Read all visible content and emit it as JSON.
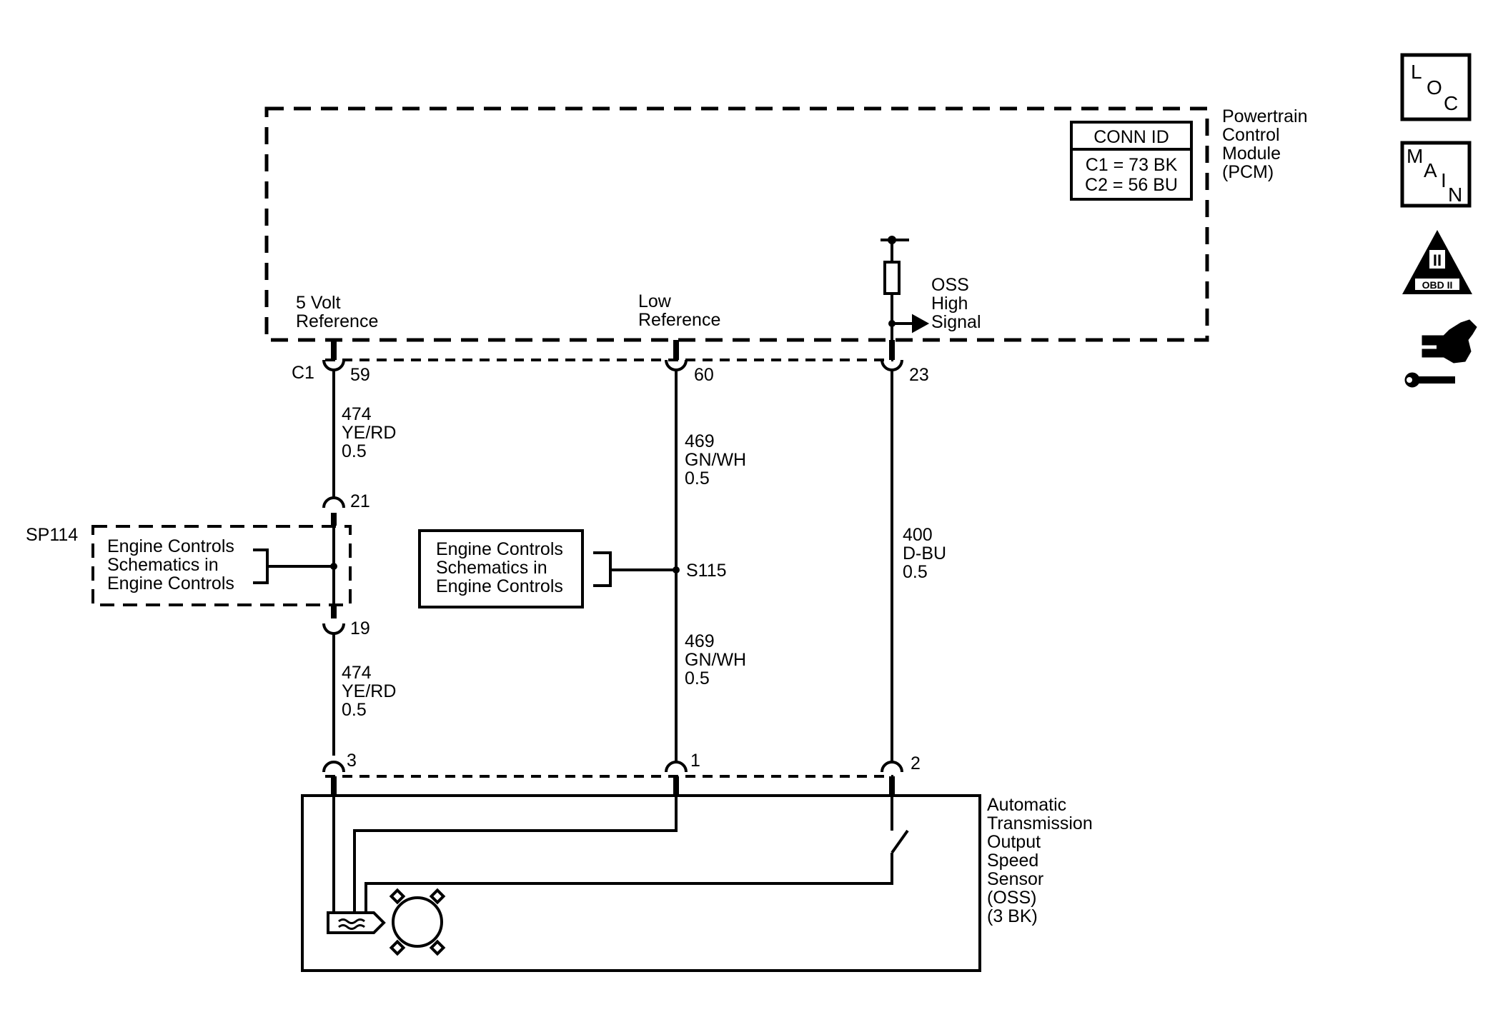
{
  "pcm": {
    "name": [
      "Powertrain",
      "Control",
      "Module",
      "(PCM)"
    ],
    "conn_id": {
      "header": "CONN ID",
      "rows": [
        "C1 = 73 BK",
        "C2 = 56 BU"
      ]
    },
    "connector": "C1",
    "signals": {
      "ref5v": [
        "5 Volt",
        "Reference"
      ],
      "lowref": [
        "Low",
        "Reference"
      ],
      "oss": [
        "OSS",
        "High",
        "Signal"
      ]
    }
  },
  "pins": {
    "pcm": [
      "59",
      "60",
      "23"
    ],
    "splice_in": "21",
    "splice_out": "19",
    "sensor": [
      "3",
      "1",
      "2"
    ]
  },
  "wires": {
    "w474_top": [
      "474",
      "YE/RD",
      "0.5"
    ],
    "w474_bot": [
      "474",
      "YE/RD",
      "0.5"
    ],
    "w469_top": [
      "469",
      "GN/WH",
      "0.5"
    ],
    "w469_bot": [
      "469",
      "GN/WH",
      "0.5"
    ],
    "w400": [
      "400",
      "D-BU",
      "0.5"
    ]
  },
  "splice_pack": {
    "id": "SP114",
    "ref": [
      "Engine Controls",
      "Schematics in",
      "Engine Controls"
    ]
  },
  "splice_s115": {
    "id": "S115",
    "ref": [
      "Engine Controls",
      "Schematics in",
      "Engine Controls"
    ]
  },
  "sensor": {
    "name": [
      "Automatic",
      "Transmission",
      "Output",
      "Speed",
      "Sensor",
      "(OSS)",
      "(3 BK)"
    ]
  },
  "icons": {
    "loc": [
      "L",
      "O",
      "C"
    ],
    "main": [
      "M",
      "A",
      "I",
      "N"
    ],
    "obd": [
      "II",
      "OBD II"
    ],
    "repair": "connector-repair-icon"
  }
}
